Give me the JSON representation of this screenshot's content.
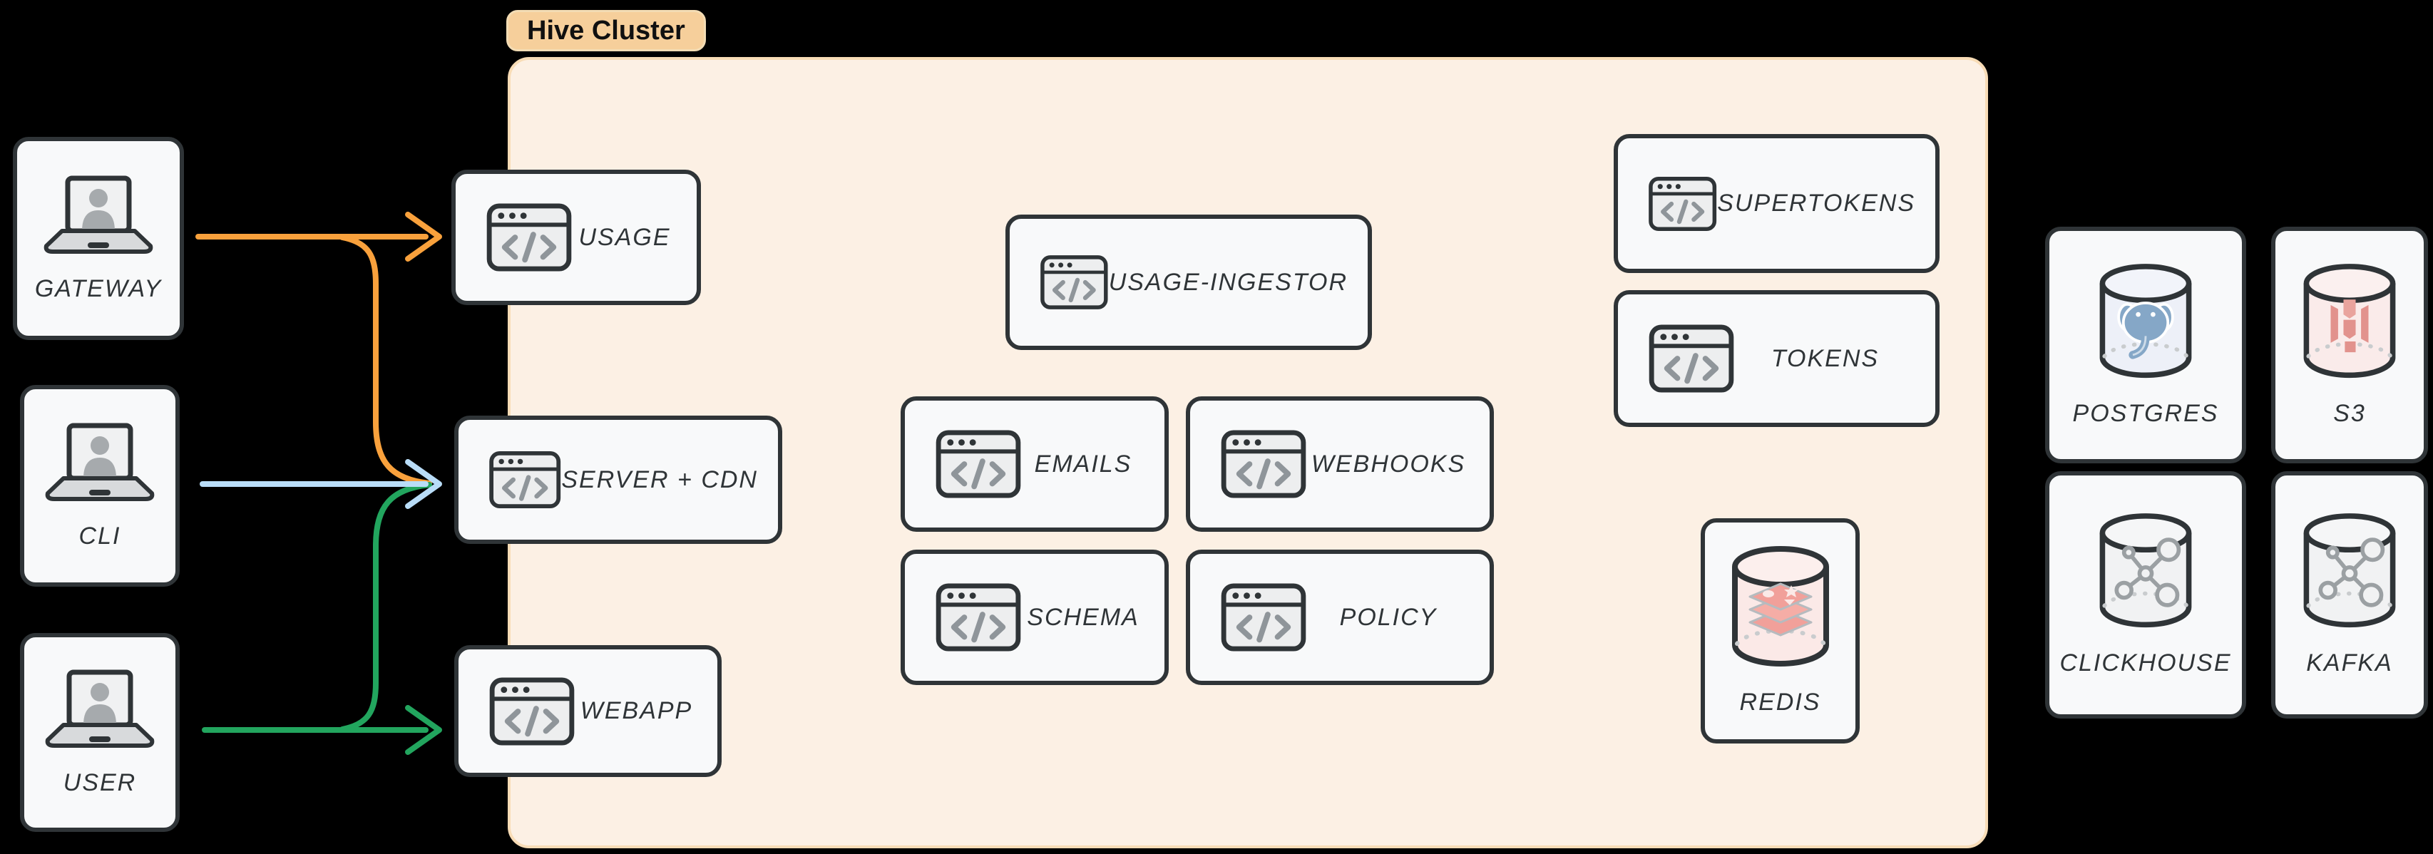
{
  "cluster": {
    "label": "Hive Cluster"
  },
  "nodes": {
    "gateway": {
      "label": "GATEWAY",
      "icon": "laptop-user-icon"
    },
    "cli": {
      "label": "CLI",
      "icon": "laptop-user-icon"
    },
    "user": {
      "label": "USER",
      "icon": "laptop-user-icon"
    },
    "usage": {
      "label": "USAGE",
      "icon": "code-window-icon"
    },
    "server_cdn": {
      "label": "SERVER + CDN",
      "icon": "code-window-icon"
    },
    "webapp": {
      "label": "WEBAPP",
      "icon": "code-window-icon"
    },
    "usage_ingestor": {
      "label": "USAGE-INGESTOR",
      "icon": "code-window-icon"
    },
    "emails": {
      "label": "EMAILS",
      "icon": "code-window-icon"
    },
    "webhooks": {
      "label": "WEBHOOKS",
      "icon": "code-window-icon"
    },
    "schema": {
      "label": "SCHEMA",
      "icon": "code-window-icon"
    },
    "policy": {
      "label": "POLICY",
      "icon": "code-window-icon"
    },
    "supertokens": {
      "label": "SUPERTOKENS",
      "icon": "code-window-icon"
    },
    "tokens": {
      "label": "TOKENS",
      "icon": "code-window-icon"
    },
    "redis": {
      "label": "REDIS",
      "icon": "database-redis-icon"
    },
    "postgres": {
      "label": "POSTGRES",
      "icon": "database-postgres-icon"
    },
    "s3": {
      "label": "S3",
      "icon": "database-s3-icon"
    },
    "clickhouse": {
      "label": "CLICKHOUSE",
      "icon": "database-molecule-icon"
    },
    "kafka": {
      "label": "KAFKA",
      "icon": "database-molecule-icon"
    }
  },
  "connections": [
    {
      "from": "GATEWAY",
      "to": "USAGE",
      "color": "#F9A13C"
    },
    {
      "from": "GATEWAY",
      "to": "SERVER + CDN",
      "color": "#F9A13C"
    },
    {
      "from": "CLI",
      "to": "SERVER + CDN",
      "color": "#B9DDF8"
    },
    {
      "from": "USER",
      "to": "SERVER + CDN",
      "color": "#22A55E"
    },
    {
      "from": "USER",
      "to": "WEBAPP",
      "color": "#22A55E"
    }
  ],
  "colors": {
    "background": "#000000",
    "node_fill": "#F8F9FA",
    "node_border": "#2F3437",
    "label_text": "#2F3437",
    "cluster_fill": "#FCF0E4",
    "cluster_border": "#F8DCB6",
    "badge_fill": "#F6CF9B",
    "badge_text": "#101010",
    "icon_code_gray": "#8F959A",
    "arrow_orange": "#F9A13C",
    "arrow_blue": "#B9DDF8",
    "arrow_green": "#22A55E",
    "postgres_fill": "#EDF0F8",
    "postgres_logo": "#85A7C7",
    "s3_fill": "#FAEBEA",
    "s3_logo": "#E2928D",
    "redis_fill": "#FBE9E7",
    "redis_logo": "#F1A09A",
    "db_gray_fill": "#F1F2F3",
    "db_gray_logo": "#9BA0A3"
  }
}
